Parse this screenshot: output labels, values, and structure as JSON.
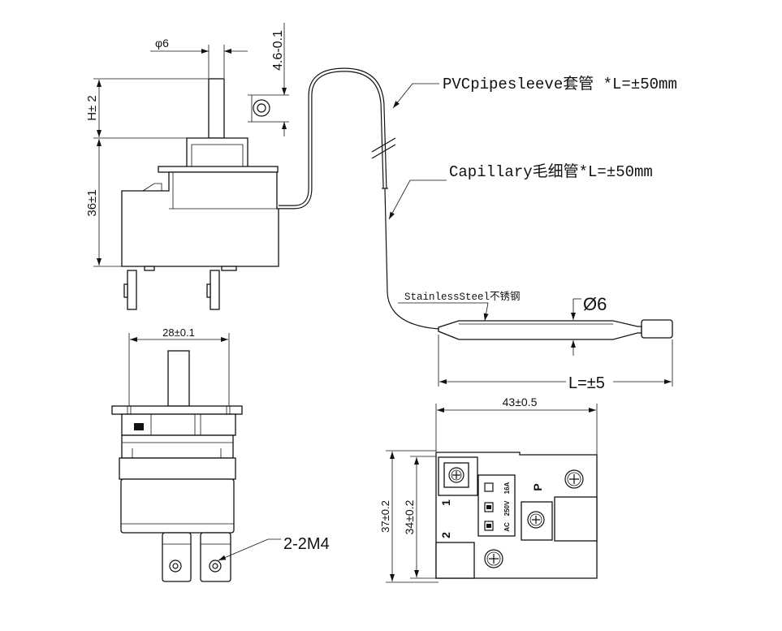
{
  "colors": {
    "line": "#111111",
    "background": "#ffffff"
  },
  "side_view": {
    "shaft_diameter": "φ6",
    "hole_dimension": "4.6-0.1",
    "shaft_height": "H± 2",
    "body_height": "36±1"
  },
  "capillary": {
    "pvc_label": "PVCpipesleeve套管 *L=±50mm",
    "capillary_label": "Capillary毛细管*L=±50mm",
    "bulb_material": "StainlessSteel不锈钢",
    "bulb_diameter": "Ø6",
    "bulb_length": "L=±5"
  },
  "front_view": {
    "width": "28±0.1",
    "terminal_screws": "2-2M4"
  },
  "bottom_view": {
    "length": "43±0.5",
    "outer_width": "37±0.2",
    "inner_width": "34±0.2",
    "terminal_1": "1",
    "terminal_2": "2",
    "terminal_p": "P",
    "rating": {
      "voltage_type": "AC",
      "voltage": "250V",
      "current": "16A"
    }
  }
}
